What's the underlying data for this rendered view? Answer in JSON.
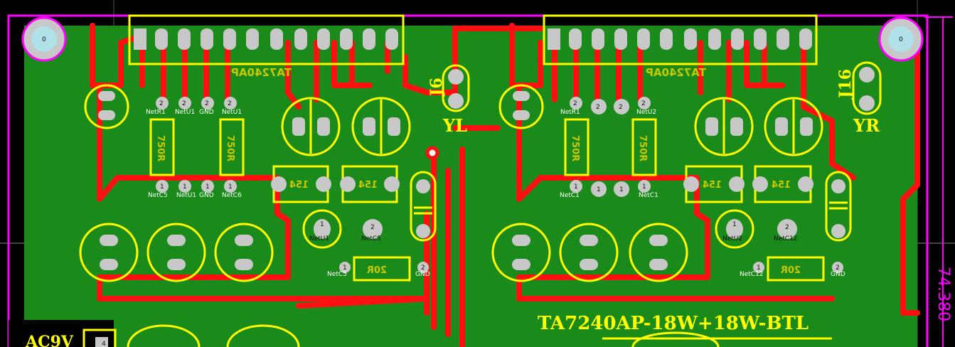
{
  "board": {
    "title": "TA7240AP-18W+18W-BTL",
    "dimension": "74.380",
    "power_label": "AC9V",
    "power_pin": "4"
  },
  "left": {
    "ic": "TA7240AP",
    "jumper": "J6",
    "out_label": "YL",
    "mount_hole": "0",
    "top_pins": [
      {
        "num": "2",
        "net": "NetR1"
      },
      {
        "num": "2",
        "net": "NetU1"
      },
      {
        "num": "2",
        "net": "GND"
      },
      {
        "num": "2",
        "net": "NetU1"
      }
    ],
    "bottom_pins": [
      {
        "num": "1",
        "net": "NetC5"
      },
      {
        "num": "1",
        "net": "NetU1"
      },
      {
        "num": "1",
        "net": "GND"
      },
      {
        "num": "1",
        "net": "NetC6"
      }
    ],
    "res_a": "750R",
    "res_b": "750R",
    "cap_a": "154",
    "cap_b": "154",
    "cap_mid_pad1": "1",
    "cap_mid_pad2": "2",
    "cap_mid_net1": "NetU1",
    "cap_mid_net2": "NetC5",
    "res_bottom": "20R",
    "res_bottom_pin1": "1",
    "res_bottom_net1": "NetC5",
    "res_bottom_pin2": "2",
    "res_bottom_net2": "GND"
  },
  "right": {
    "ic": "TA7240AP",
    "jumper": "J16",
    "out_label": "YR",
    "mount_hole": "0",
    "top_pins": [
      {
        "num": "2",
        "net": "NetR1"
      },
      {
        "num": "2",
        "net": ""
      },
      {
        "num": "2",
        "net": ""
      },
      {
        "num": "2",
        "net": "NetU2"
      }
    ],
    "bottom_pins": [
      {
        "num": "1",
        "net": "NetC1"
      },
      {
        "num": "1",
        "net": ""
      },
      {
        "num": "1",
        "net": ""
      },
      {
        "num": "1",
        "net": "NetC1"
      }
    ],
    "res_a": "750R",
    "res_b": "750R",
    "cap_a": "154",
    "cap_b": "154",
    "cap_mid_pad1": "1",
    "cap_mid_pad2": "2",
    "cap_mid_net1": "NetU2",
    "cap_mid_net2": "NetC12",
    "res_bottom": "20R",
    "res_bottom_pin1": "1",
    "res_bottom_net1": "NetC12",
    "res_bottom_pin2": "2",
    "res_bottom_net2": "GND"
  }
}
